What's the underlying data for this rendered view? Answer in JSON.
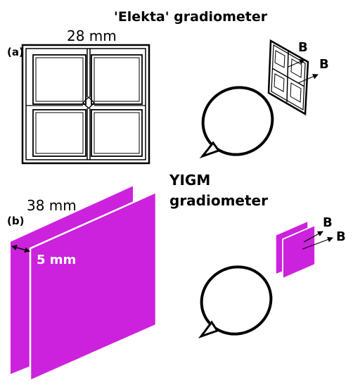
{
  "colors": {
    "magenta": "#cc22dd",
    "ink": "#000000",
    "paper": "#ffffff"
  },
  "labels": {
    "panel_a": "(a)",
    "panel_b": "(b)",
    "elekta_title": "'Elekta' gradiometer",
    "elekta_dim": "28 mm",
    "yigm_title_line1": "YIGM",
    "yigm_title_line2": "gradiometer",
    "yigm_dim": "38 mm",
    "yigm_gap": "5 mm",
    "field_b": "B"
  }
}
